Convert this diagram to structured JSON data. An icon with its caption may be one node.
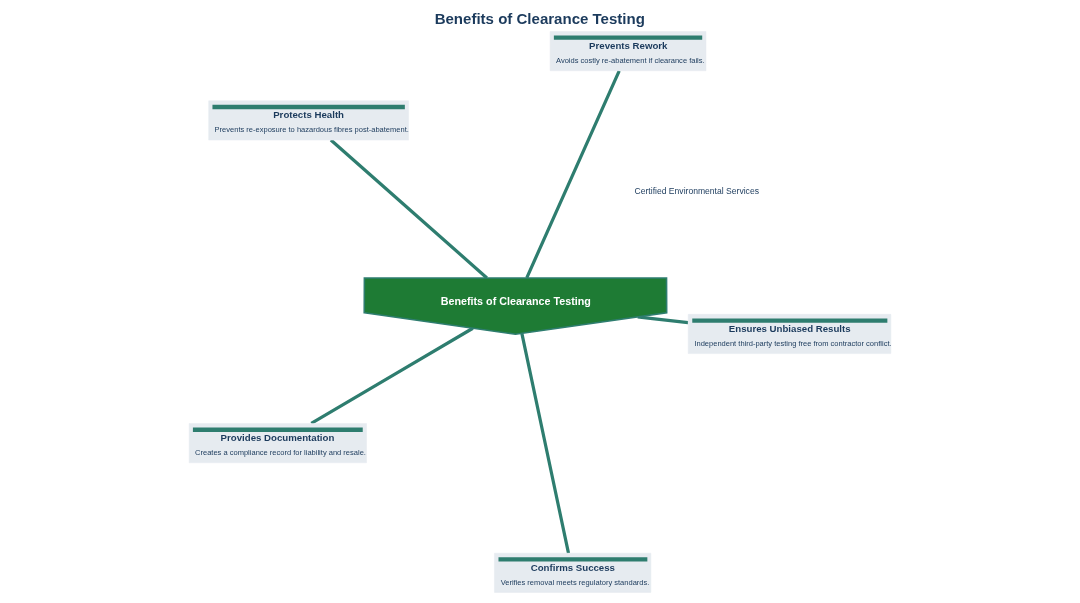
{
  "diagram": {
    "title": "Benefits of Clearance Testing",
    "nodes": [
      {
        "text": [
          "Protects Health",
          "Prevents re-exposure to hazardous fibres post-abatement."
        ]
      },
      {
        "text": [
          "Ensures Unbiased Results",
          "Independent third-party testing free from contractor conflict."
        ]
      },
      {
        "text": [
          "Confirms Success",
          "Verifies removal meets regulatory standards."
        ]
      },
      {
        "text": [
          "Benefits of Clearance Testing"
        ]
      },
      {
        "text": [
          "Prevents Rework",
          "Avoids costly re-abatement if clearance fails."
        ]
      },
      {
        "text": [
          "Provides Documentation",
          "Creates a compliance record for liability and resale."
        ]
      }
    ],
    "edges": [
      {
        "from": 3,
        "to": 0,
        "arrow": "none"
      },
      {
        "from": 3,
        "to": 1,
        "arrow": "none"
      },
      {
        "from": 3,
        "to": 2,
        "arrow": "none"
      },
      {
        "from": 3,
        "to": 4,
        "arrow": "none"
      },
      {
        "from": 3,
        "to": 5,
        "arrow": "none"
      }
    ],
    "labels": [
      "Certified Environmental Services"
    ]
  }
}
